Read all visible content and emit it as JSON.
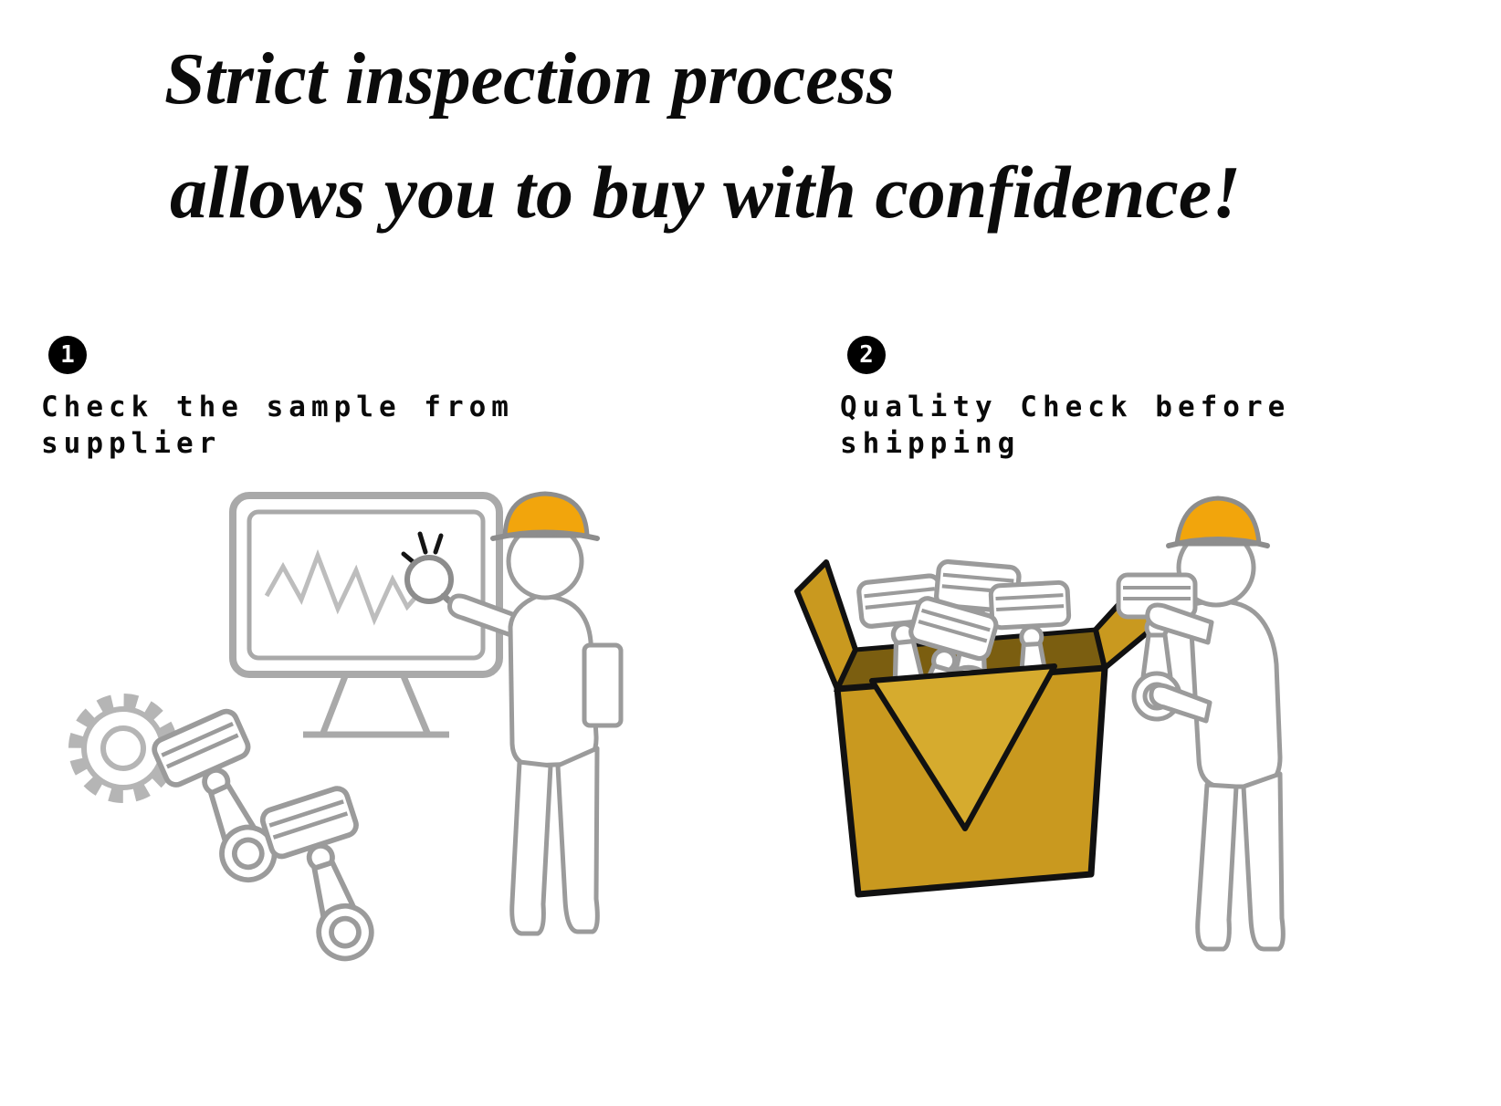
{
  "title": {
    "line1": "Strict inspection process",
    "line2": "allows you to buy with confidence!"
  },
  "steps": [
    {
      "number": "1",
      "label": "Check the sample from\nsupplier"
    },
    {
      "number": "2",
      "label": "Quality Check before\nshipping"
    }
  ],
  "colors": {
    "hat_yellow": "#F2A50C",
    "box_gold": "#C9991F",
    "box_gold_light": "#D6AB2E",
    "outline_gray": "#9b9b9b",
    "text_black": "#0a0a0a"
  }
}
